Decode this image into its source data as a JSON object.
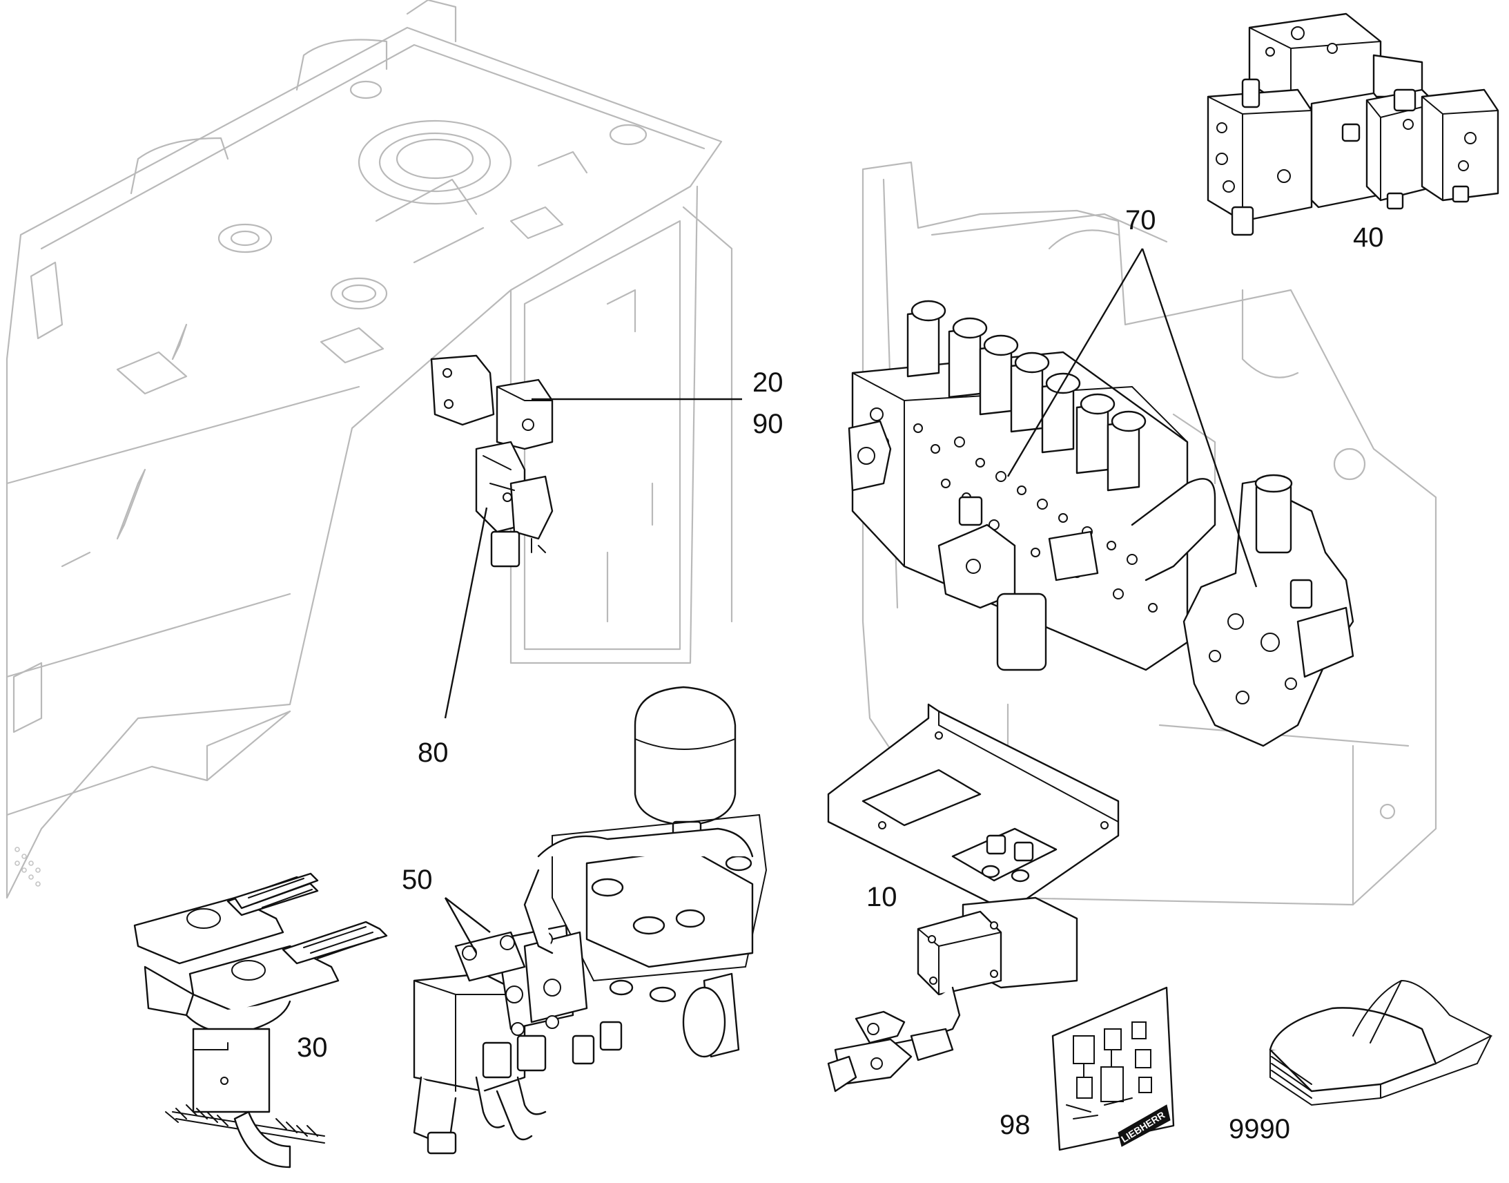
{
  "callouts": {
    "c10": "10",
    "c20": "20",
    "c30": "30",
    "c40": "40",
    "c50": "50",
    "c70": "70",
    "c80": "80",
    "c90": "90",
    "c98": "98",
    "c9990": "9990"
  },
  "decal_brand": "LIEBHERR",
  "icons": [
    "machine-frame",
    "valve-block",
    "control-block",
    "foot-pedals",
    "valve-assembly",
    "pressure-accumulator",
    "control-panel-plate",
    "solenoid-valve",
    "decal-sheet",
    "manual-book"
  ],
  "colors": {
    "line": "#111111",
    "ghost": "#b9b9b9",
    "background": "#ffffff"
  }
}
